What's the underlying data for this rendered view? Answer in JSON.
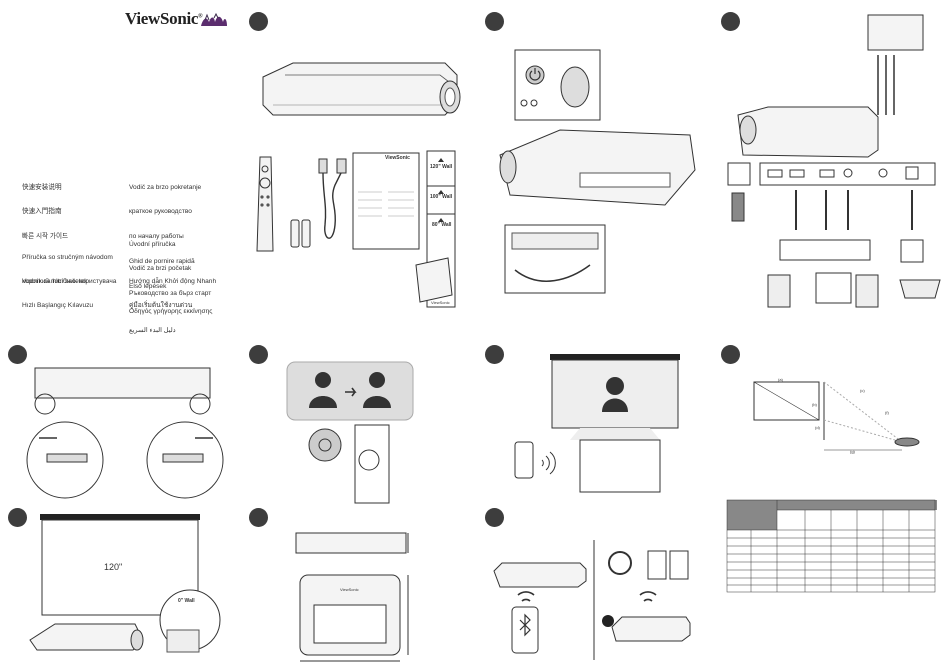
{
  "brand": "ViewSonic",
  "languages": {
    "left_col_1": [
      "快速安装说明",
      "快速入門指南",
      "빠른 시작 가이드"
    ],
    "left_col_2": [
      "Příručka so stručným návodom",
      "Vodnik za hitri začetek"
    ],
    "left_col_3": [
      "короткий посібник користувача",
      "Hızlı Başlangıç Kılavuzu"
    ],
    "right_col_1": [
      "Vodič za brzo pokretanje",
      "краткое руководство",
      "по началу работы",
      "Ghid de pornire rapidă",
      "Első lépések",
      "Οδηγός γρήγορης εκκίνησης"
    ],
    "right_col_2": [
      "Úvodní příručka",
      "Vodič za brzi početak",
      "Ръководство за бърз старт"
    ],
    "right_col_3": [
      "Hướng dẫn Khởi động Nhanh",
      "คู่มือเริ่มต้นใช้งานด่วน",
      "دليل البدء السريع"
    ]
  },
  "wall_labels": {
    "w120": "120\" Wall",
    "w100": "100\" Wall",
    "w80": "80\" Wall"
  },
  "card_logo": "ViewSonic",
  "screen_label": "120\"",
  "screen_wall_label": "0\" Wall",
  "dist_labels": {
    "a": "(a)",
    "b": "(b)",
    "c": "(c)",
    "d": "(d)",
    "e": "(e)",
    "f": "(f)",
    "g": "(g)"
  }
}
